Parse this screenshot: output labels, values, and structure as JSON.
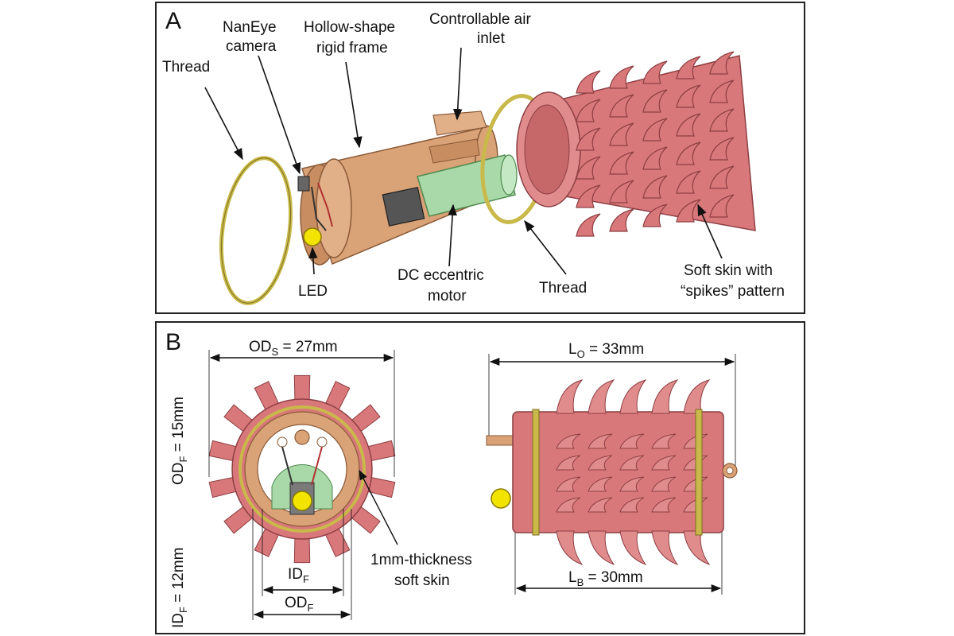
{
  "panels": {
    "a": {
      "letter": "A",
      "labels": {
        "thread_left": "Thread",
        "nanoeye_1": "NanEye",
        "nanoeye_2": "camera",
        "frame_1": "Hollow-shape",
        "frame_2": "rigid frame",
        "air_1": "Controllable air",
        "air_2": "inlet",
        "led": "LED",
        "motor_1": "DC eccentric",
        "motor_2": "motor",
        "thread_right": "Thread",
        "skin_1": "Soft skin with",
        "skin_2": "“spikes” pattern"
      }
    },
    "b": {
      "letter": "B",
      "dims": {
        "ods_main": "OD",
        "ods_sub": "S",
        "ods_value": " = 27mm",
        "odf_vert_main": "OD",
        "odf_vert_sub": "F",
        "odf_vert_value": " = 15mm",
        "idf_vert_main": "ID",
        "idf_vert_sub": "F",
        "idf_vert_value": " = 12mm",
        "idf_main": "ID",
        "idf_sub": "F",
        "odf_main": "OD",
        "odf_sub": "F",
        "lo_main": "L",
        "lo_sub": "O",
        "lo_value": " = 33mm",
        "lb_main": "L",
        "lb_sub": "B",
        "lb_value": " = 30mm"
      },
      "labels": {
        "skin_1": "1mm-thickness",
        "skin_2": "soft skin"
      }
    }
  },
  "colors": {
    "frame": "#d9a277",
    "frame_dark": "#a86f48",
    "skin": "#d9787a",
    "skin_dark": "#b04f55",
    "thread": "#c9b94a",
    "motor": "#a9d9a8",
    "led": "#f2e400"
  }
}
